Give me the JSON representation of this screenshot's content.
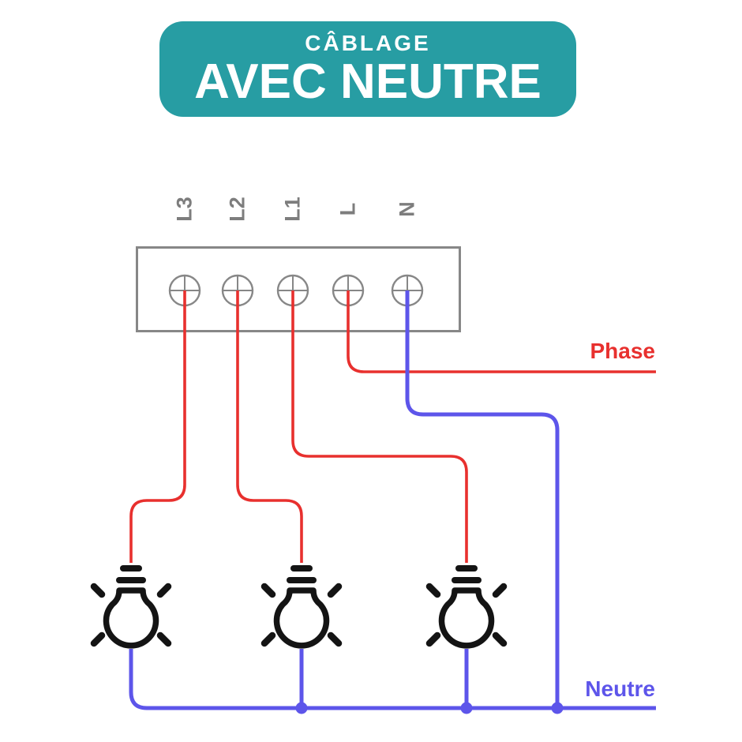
{
  "banner": {
    "subtitle": "CÂBLAGE",
    "title": "AVEC NEUTRE"
  },
  "terminal_block": {
    "labels": [
      "L3",
      "L2",
      "L1",
      "L",
      "N"
    ]
  },
  "wire_labels": {
    "phase": "Phase",
    "neutral": "Neutre"
  },
  "colors": {
    "banner_bg": "#279da3",
    "banner_text": "#ffffff",
    "phase_wire": "#e8302e",
    "neutral_wire": "#5d55ea",
    "outline_gray": "#878787",
    "terminal_label": "#7d7d7d",
    "bulb_icon": "#141414",
    "background": "#ffffff"
  }
}
